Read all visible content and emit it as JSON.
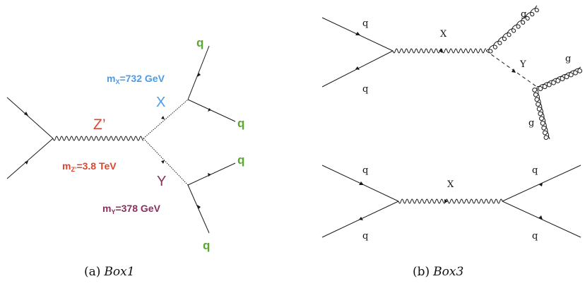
{
  "colors": {
    "line": "#1a1a1a",
    "quark_green": "#5aa832",
    "x_blue": "#4a9be8",
    "z_red": "#e0452b",
    "y_purple": "#8b2f5e",
    "text": "#111111"
  },
  "panel_a": {
    "quark_labels": [
      "q",
      "q",
      "q",
      "q"
    ],
    "z_label": "Z’",
    "z_mass_base": "m",
    "z_mass_sub": "Z’",
    "z_mass_value": "=3.8 TeV",
    "x_label": "X",
    "x_mass_base": "m",
    "x_mass_sub": "X",
    "x_mass_value": "=732 GeV",
    "y_label": "Y",
    "y_mass_base": "m",
    "y_mass_sub": "Y",
    "y_mass_value": "=378 GeV",
    "caption_prefix": "(a)",
    "caption_name": "Box1"
  },
  "panel_b_top": {
    "quark_in_labels": [
      "q",
      "q"
    ],
    "x_label": "X",
    "y_label": "Y",
    "gluon_labels": [
      "g",
      "g",
      "g"
    ]
  },
  "panel_b_bottom": {
    "quark_in_labels": [
      "q",
      "q"
    ],
    "x_label": "X",
    "quark_out_labels": [
      "q",
      "q"
    ]
  },
  "panel_b": {
    "caption_prefix": "(b)",
    "caption_name": "Box3"
  }
}
